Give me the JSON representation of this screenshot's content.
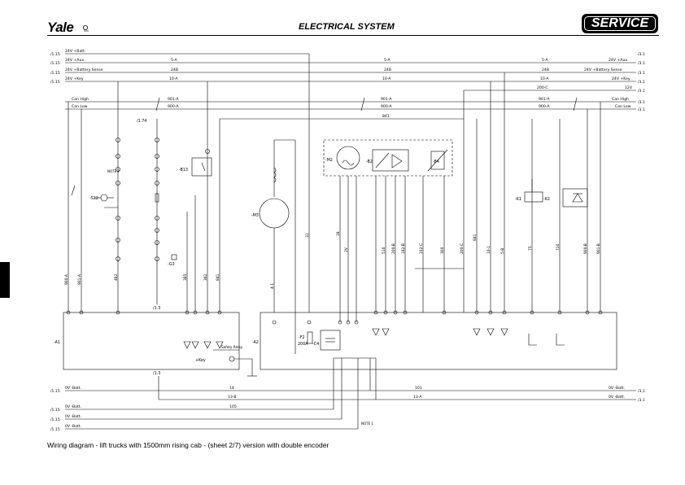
{
  "header": {
    "logo": "Yale",
    "title": "ELECTRICAL SYSTEM",
    "badge": "SERVICE"
  },
  "caption": "Wiring diagram - lift trucks with 1500mm rising cab - (sheet 2/7) version with double encoder",
  "diagram": {
    "left_refs": [
      "/1.15",
      "/1.15",
      "/1.15",
      "/1.15"
    ],
    "right_refs": [
      "/3.1",
      "/3.1",
      "/3.1",
      "/3.1",
      "/3.1",
      "/3.1",
      "/3.1"
    ],
    "bus_lines": {
      "batt_plus": "24V +Batt.",
      "aux": "24V +Aux.",
      "batt_sense": "24V +Battery Sense",
      "key": "24V +Key",
      "aux_right": "24V +Aux.",
      "batt_sense_right": "24V +Battery Sense",
      "key_right": "24V +Key",
      "v12": "12V",
      "can_high": "Can High",
      "can_low": "Can Low",
      "can_high_right": "Can High",
      "can_low_right": "Can Low"
    },
    "wire_numbers": {
      "w5a": "5-A",
      "w5a_b": "5-A",
      "w5a_c": "5-A",
      "w24b": "24B",
      "w24b_b": "24B",
      "w24b_c": "24B",
      "w10a": "10-A",
      "w10a_b": "10-A",
      "w10a_c": "10-A",
      "w200c": "200-C",
      "w901a": "901-A",
      "w901a_b": "901-A",
      "w901a_c": "901-A",
      "w900a": "900-A",
      "w900a_b": "900-A",
      "w900a_c": "900-A",
      "w841": "841",
      "w14": "14",
      "w13b": "13-B",
      "w105": "105",
      "w101": "101",
      "w13a": "13-A"
    },
    "bottom_left_refs": [
      "/1.15",
      "/1.15",
      "/1.15",
      "/1.15"
    ],
    "bottom_right_refs": [
      "/3.1",
      "/3.1"
    ],
    "bottom_bus": {
      "batt_minus_1": "0V -Batt.",
      "batt_minus_2": "0V -Batt.",
      "batt_minus_3": "0V -Batt.",
      "batt_minus_4": "0V -Batt.",
      "batt_minus_right_1": "0V -Batt.",
      "batt_minus_right_2": "0V -Batt."
    },
    "components": {
      "a1": "-A1",
      "a2": "-A2",
      "m2": "-M2",
      "b2": "-B2",
      "b4": "-B4",
      "m3": "-M3",
      "b13": "-B13",
      "s12": "-S12",
      "k1": "-K1",
      "k2": "-K2",
      "g3": "-G3",
      "c4": "-C4",
      "f2": "-F2",
      "safety_relay": "Safety Relay",
      "key_label": "+Key",
      "f2_rating": "200A",
      "note1": "NOTE 1",
      "note2": "NOTE 2",
      "ref_1_74": "/1.74",
      "ref_1_3": "/1.3",
      "ref_1_3b": "/1.3"
    },
    "vertical_labels": [
      "900-A",
      "901-A",
      "482",
      "385",
      "382",
      "841",
      "31",
      "4-1",
      "2V",
      "28",
      "510",
      "200-B",
      "182-B",
      "102-C",
      "300",
      "200-C",
      "841",
      "10-1",
      "5-B",
      "75",
      "720",
      "900-B",
      "901-B"
    ]
  }
}
